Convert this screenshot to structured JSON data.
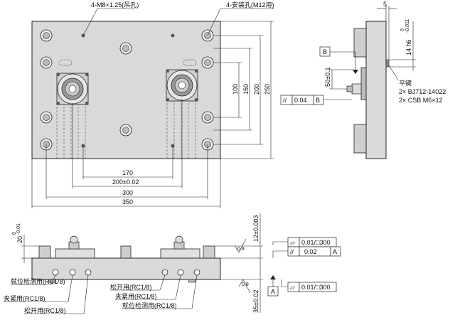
{
  "top_view": {
    "callout_tap_holes": "4-M8×1.25(吊孔)",
    "callout_mount_holes": "4-安装孔(M12用)",
    "dim_170": "170",
    "dim_200": "200±0.02",
    "dim_300": "300",
    "dim_350": "350",
    "dim_100": "100",
    "dim_150": "150",
    "dim_200v": "200",
    "dim_250": "250"
  },
  "side_view": {
    "dim_5": "5",
    "tol_14": "14 h6",
    "tol_14_upper": "0",
    "tol_14_lower": "-0.011",
    "datum_b": "B",
    "dim_50": "50±0.1",
    "key_title": "平键",
    "key_line1": "2× BJ712-14022",
    "key_line2": "2× CSB M6×12",
    "fcf_parallel_symbol": "//",
    "fcf_parallel_value": "0.04",
    "fcf_parallel_datum": "B"
  },
  "front_view": {
    "dim_20": "20",
    "tol_20_upper": "0",
    "tol_20_lower": "-0.01",
    "dim_12": "12±0.003",
    "roughness_top": "0.8",
    "roughness_bottom": "0.8",
    "fcf_flat_top_symbol": "▱",
    "fcf_flat_top_value": "0.01/□300",
    "fcf_parallel_symbol": "//",
    "fcf_parallel_value": "0.02",
    "fcf_parallel_datum": "A",
    "fcf_flat_bottom_symbol": "▱",
    "fcf_flat_bottom_value": "0.01/□300",
    "datum_a": "A",
    "dim_35": "35±0.02",
    "label_left_1": "就位检测用(RC1/8)",
    "label_left_2": "夹紧用(RC1/8)",
    "label_left_3": "松开用(RC1/8)",
    "label_right_1": "松开用(RC1/8)",
    "label_right_2": "夹紧用(RC1/8)",
    "label_right_3": "就位检测用(RC1/8)"
  }
}
